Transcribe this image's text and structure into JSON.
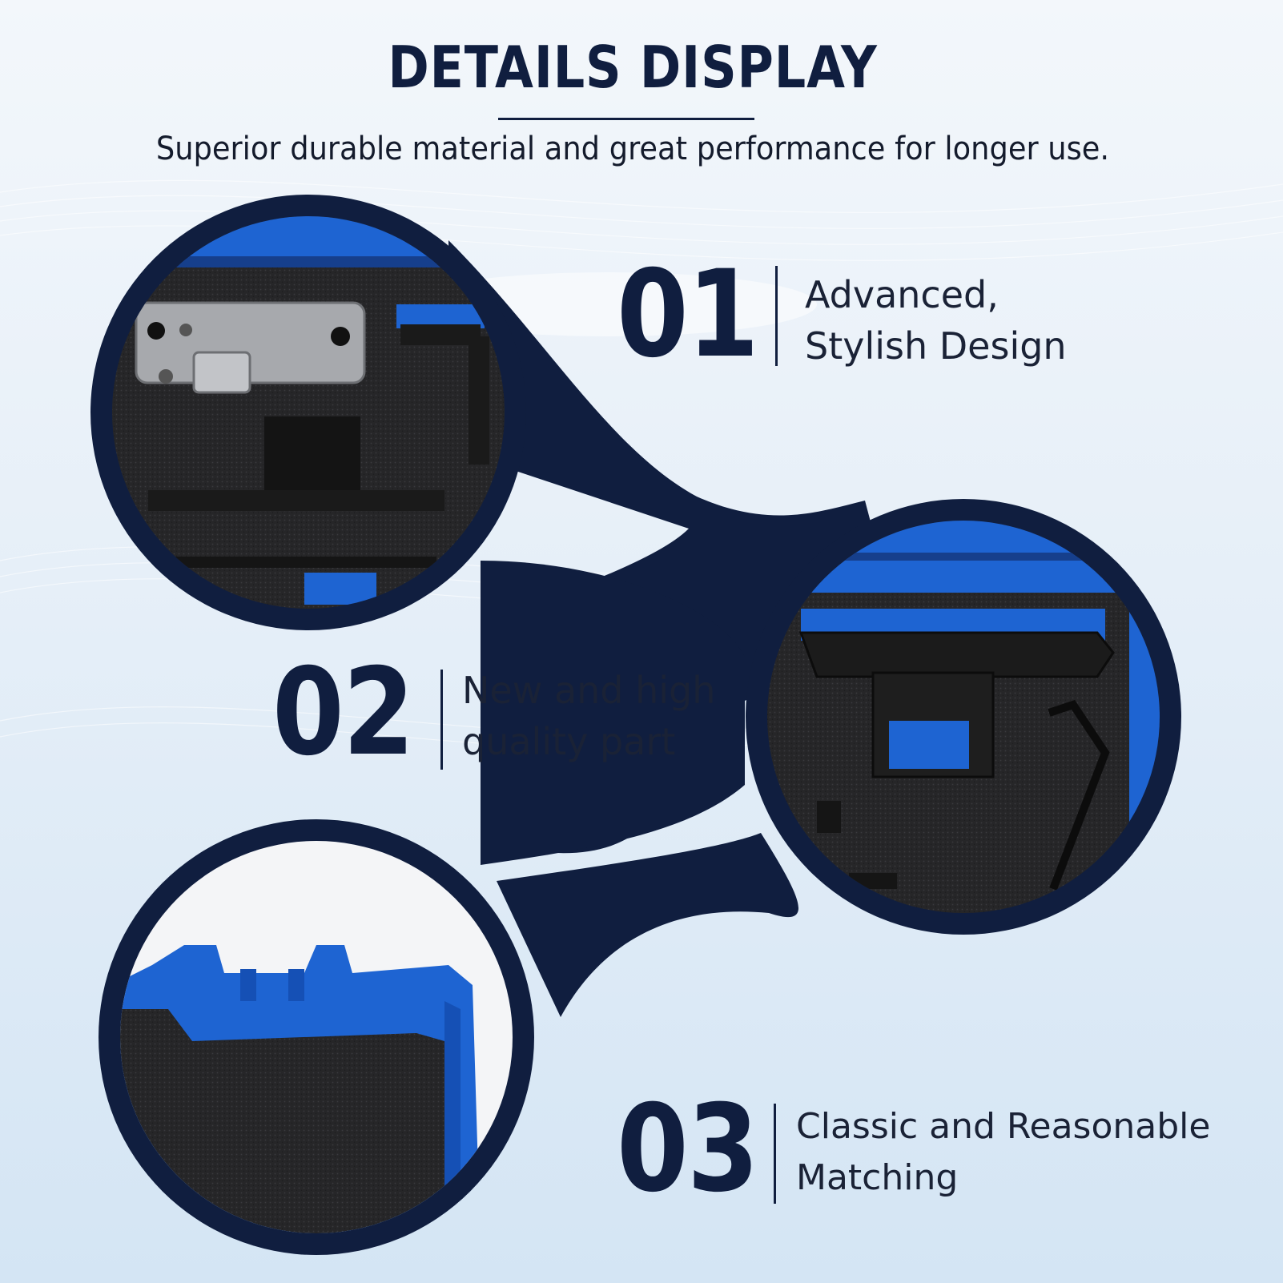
{
  "header": {
    "title": "DETAILS DISPLAY",
    "subtitle": "Superior durable material and great performance for longer use."
  },
  "features": [
    {
      "number": "01",
      "lines": [
        "Advanced,",
        "Stylish Design"
      ]
    },
    {
      "number": "02",
      "lines": [
        "New and high",
        "quality part"
      ]
    },
    {
      "number": "03",
      "lines": [
        "Classic and Reasonable",
        "Matching"
      ]
    }
  ],
  "colors": {
    "navy": "#101e3f",
    "accent_blue": "#1e64d2",
    "foam": "#2a2a2c",
    "background": "#e6eff8"
  }
}
